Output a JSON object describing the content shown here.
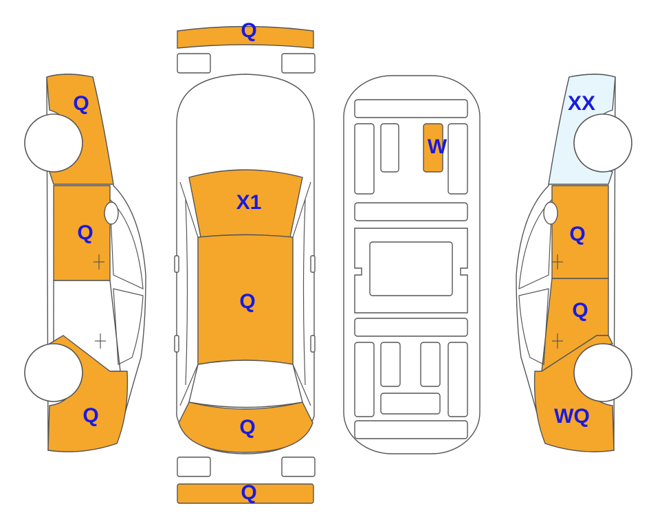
{
  "colors": {
    "damage_fill": "#F5A72B",
    "highlight_fill": "#E6F6FC",
    "label": "#1A1ADF",
    "outline": "#555555",
    "background": "#FFFFFF"
  },
  "views": {
    "left_side": {
      "front_fender": "Q",
      "front_door": "Q",
      "rear_quarter": "Q"
    },
    "top": {
      "front_bumper": "Q",
      "hood": "X1",
      "roof": "Q",
      "trunk": "Q",
      "rear_bumper": "Q"
    },
    "underside": {
      "floor_panel": "W"
    },
    "right_side": {
      "front_fender": "XX",
      "front_door": "Q",
      "rear_door": "Q",
      "rear_quarter": "WQ"
    }
  }
}
